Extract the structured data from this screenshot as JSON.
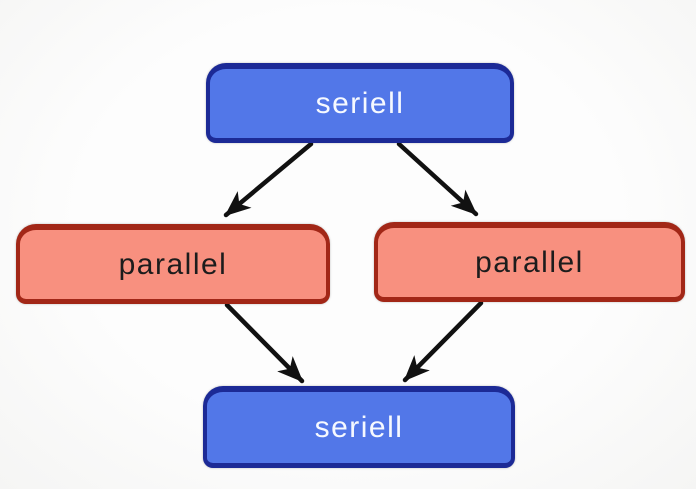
{
  "diagram": {
    "title": "serial-parallel flow diagram",
    "nodes": [
      {
        "id": "seriell-top",
        "label": "seriell",
        "type": "serial",
        "row": "top"
      },
      {
        "id": "parallel-left",
        "label": "parallel",
        "type": "parallel",
        "row": "middle"
      },
      {
        "id": "parallel-right",
        "label": "parallel",
        "type": "parallel",
        "row": "middle"
      },
      {
        "id": "seriell-bottom",
        "label": "seriell",
        "type": "serial",
        "row": "bottom"
      }
    ],
    "edges": [
      {
        "from": "seriell-top",
        "to": "parallel-left",
        "style": "arrow"
      },
      {
        "from": "seriell-top",
        "to": "parallel-right",
        "style": "arrow"
      },
      {
        "from": "parallel-left",
        "to": "seriell-bottom",
        "style": "arrow"
      },
      {
        "from": "parallel-right",
        "to": "seriell-bottom",
        "style": "arrow"
      }
    ]
  },
  "colors": {
    "serial_fill": "#5277e8",
    "serial_border": "#1c2a96",
    "serial_text": "#f6f9ff",
    "parallel_fill": "#f8907f",
    "parallel_border": "#a22717",
    "parallel_text": "#1c1c1c",
    "arrow": "#111111",
    "background": "#fdfdfd"
  }
}
